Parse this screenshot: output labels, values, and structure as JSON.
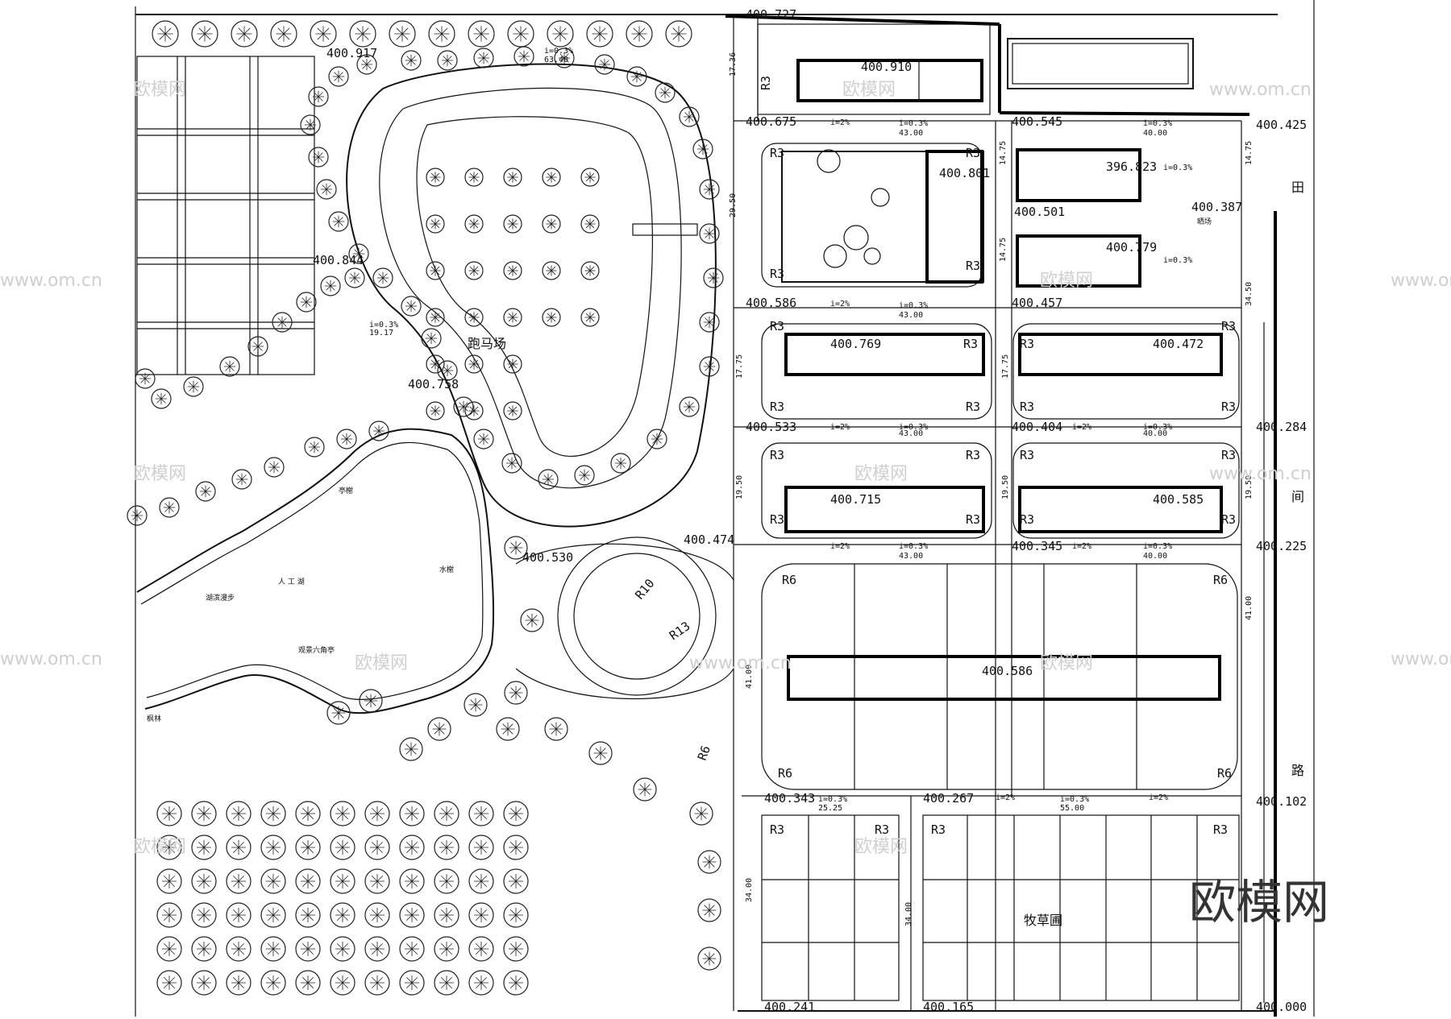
{
  "elevations": {
    "e1": "400.727",
    "e2": "400.917",
    "e3": "400.910",
    "e4": "400.675",
    "e5": "400.545",
    "e6": "400.425",
    "e7": "400.801",
    "e8": "396.823",
    "e9": "400.387",
    "e10": "400.501",
    "e11": "400.779",
    "e12": "400.844",
    "e13": "400.586",
    "e14": "400.457",
    "e15": "400.769",
    "e16": "400.472",
    "e17": "400.758",
    "e18": "400.533",
    "e19": "400.404",
    "e20": "400.284",
    "e21": "400.715",
    "e22": "400.585",
    "e23": "400.474",
    "e24": "400.345",
    "e25": "400.225",
    "e26": "400.530",
    "e27": "400.586",
    "e28": "400.343",
    "e29": "400.267",
    "e30": "400.102",
    "e31": "400.241",
    "e32": "400.165",
    "e33": "400.000"
  },
  "dims": {
    "d_6340": "63.40",
    "d_4300": "43.00",
    "d_4000": "40.00",
    "d_2950": "29.50",
    "d_1475": "14.75",
    "d_1736": "17.36",
    "d_1917": "19.17",
    "d_1775": "17.75",
    "d_1950": "19.50",
    "d_4100": "41.00",
    "d_2525": "25.25",
    "d_5500": "55.00",
    "d_3450": "34.50",
    "d_3400": "34.00"
  },
  "slopes": {
    "s03": "i=0.3%",
    "s2": "i=2%"
  },
  "radii": {
    "r3": "R3",
    "r6": "R6",
    "r10": "R10",
    "r13": "R13"
  },
  "labels": {
    "horse_track": "跑马场",
    "lake": "人 工 湖",
    "drying_field": "晒场",
    "pasture": "牧草圃",
    "road_tian": "田",
    "road_jian": "间",
    "road_lu": "路",
    "maple": "枫林",
    "pavilion": "亭榭",
    "water_pavilion": "水榭",
    "hex_pavilion": "观景六角亭",
    "lakeside_walk": "湖滨漫步"
  },
  "watermark": {
    "site": "www.om.cn",
    "cn": "欧模网",
    "brand": "欧模网"
  }
}
